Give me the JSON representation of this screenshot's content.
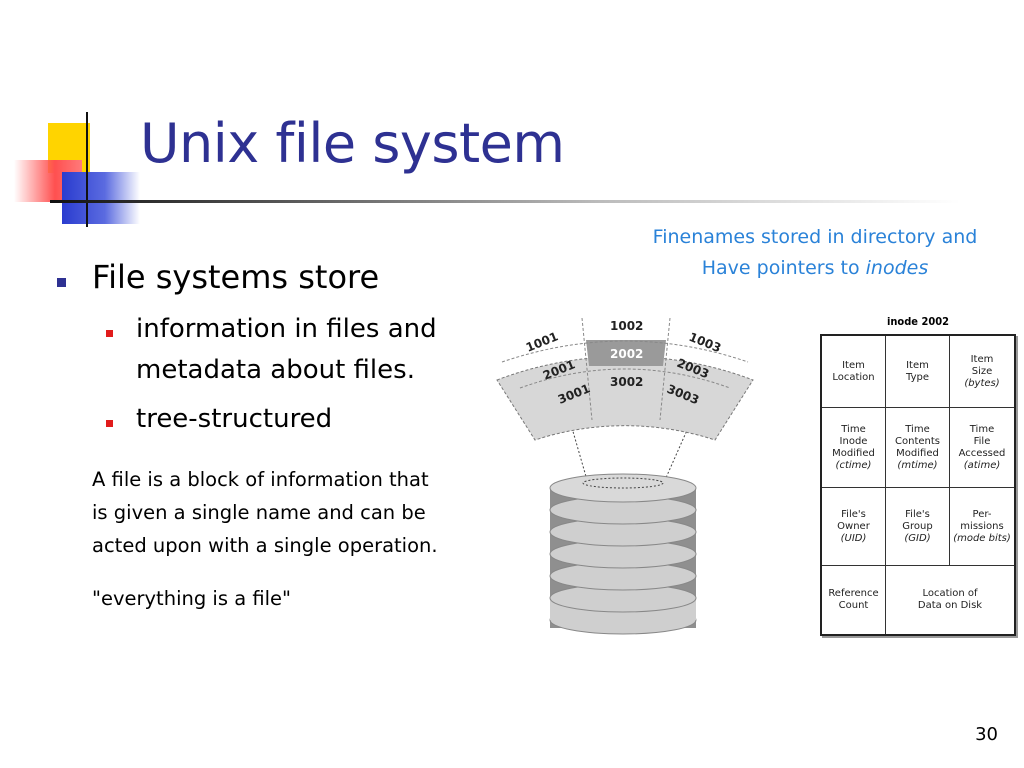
{
  "slide": {
    "title": "Unix file system",
    "page_number": "30"
  },
  "note": {
    "line1": "Finenames stored in directory and",
    "line2_prefix": "Have pointers to ",
    "line2_italic": "inodes"
  },
  "bullets": {
    "main": "File systems store",
    "sub": [
      "information in files and",
      "metadata about files.",
      "tree-structured"
    ]
  },
  "paragraphs": {
    "definition": [
      "A file is a block of information that",
      "is given a single name and can be",
      "acted upon with a single operation."
    ],
    "quote": "\"everything is a file\""
  },
  "directory_diagram": {
    "top_row": [
      "1001",
      "1002",
      "1003"
    ],
    "middle_row": [
      "2001",
      "2002",
      "2003"
    ],
    "bottom_row": [
      "3001",
      "3002",
      "3003"
    ],
    "highlighted": "2002"
  },
  "inode_table": {
    "title": "inode 2002",
    "rows": [
      [
        {
          "lines": [
            "Item",
            "Location"
          ],
          "italic": ""
        },
        {
          "lines": [
            "Item",
            "Type"
          ],
          "italic": ""
        },
        {
          "lines": [
            "Item",
            "Size"
          ],
          "italic": "(bytes)"
        }
      ],
      [
        {
          "lines": [
            "Time",
            "Inode",
            "Modified"
          ],
          "italic": "(ctime)"
        },
        {
          "lines": [
            "Time",
            "Contents",
            "Modified"
          ],
          "italic": "(mtime)"
        },
        {
          "lines": [
            "Time",
            "File",
            "Accessed"
          ],
          "italic": "(atime)"
        }
      ],
      [
        {
          "lines": [
            "File's",
            "Owner"
          ],
          "italic": "(UID)"
        },
        {
          "lines": [
            "File's",
            "Group"
          ],
          "italic": "(GID)"
        },
        {
          "lines": [
            "Per-",
            "missions"
          ],
          "italic": "(mode bits)"
        }
      ],
      [
        {
          "lines": [
            "Reference",
            "Count"
          ],
          "italic": ""
        },
        {
          "lines": [
            "Location of",
            "Data on Disk"
          ],
          "italic": ""
        }
      ]
    ]
  },
  "colors": {
    "title": "#2e3192",
    "note": "#2a82d8",
    "bullet_main": "#2e3192",
    "bullet_sub": "#e11b1b",
    "highlight_cell": "#9a9a9a"
  }
}
